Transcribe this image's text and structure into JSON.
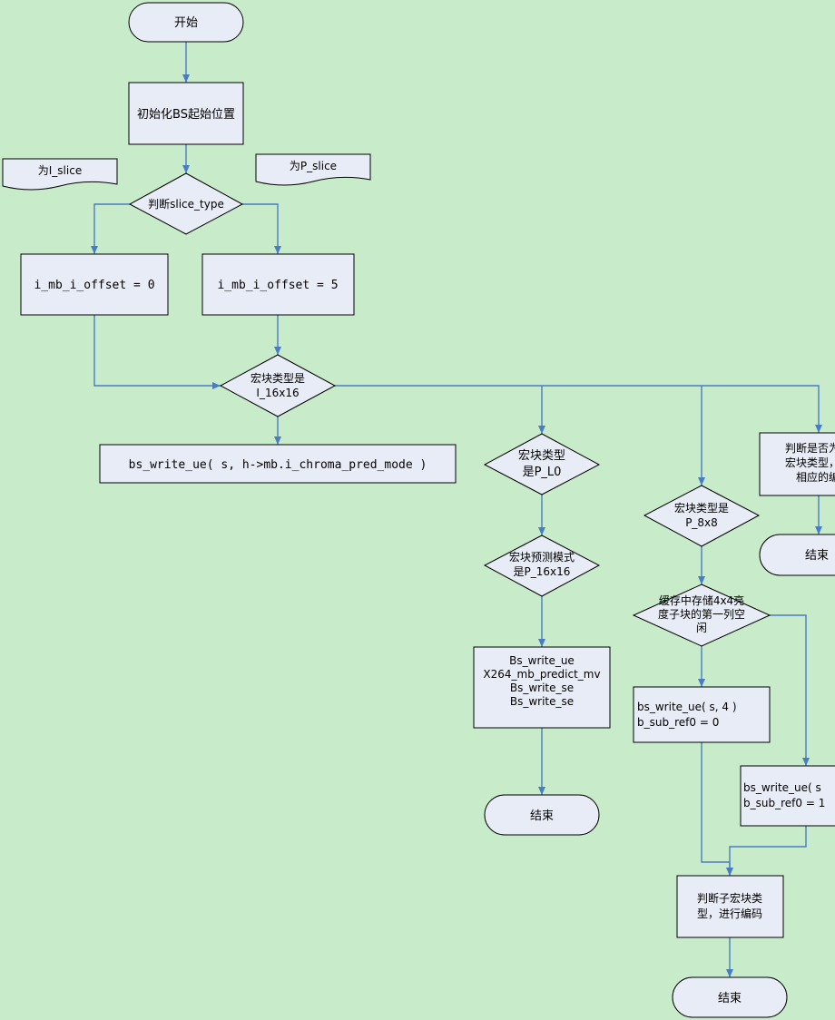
{
  "nodes": {
    "start": "开始",
    "init": "初始化BS起始位置",
    "note_i": "为I_slice",
    "note_p": "为P_slice",
    "judge_slice": "判断slice_type",
    "offset0": "i_mb_i_offset = 0",
    "offset5": "i_mb_i_offset = 5",
    "is_i16": [
      "宏块类型是",
      "I_16x16"
    ],
    "write_chroma": "bs_write_ue( s, h->mb.i_chroma_pred_mode )",
    "is_pl0": [
      "宏块类型",
      "是P_L0"
    ],
    "pred_mode": [
      "宏块预测模式",
      "是P_16x16"
    ],
    "write_block": [
      "Bs_write_ue",
      "X264_mb_predict_mv",
      "Bs_write_se",
      "Bs_write_se"
    ],
    "end1": "结束",
    "is_8x8": [
      "宏块类型是",
      "P_8x8"
    ],
    "cache_free": [
      "缓存中存储4x4亮",
      "度子块的第一列空",
      "闲"
    ],
    "write4": [
      "bs_write_ue( s, 4 )",
      "b_sub_ref0 = 0"
    ],
    "write1": [
      "bs_write_ue( s",
      "b_sub_ref0 = 1"
    ],
    "judge_sub": [
      "判断子宏块类",
      "型，进行编码"
    ],
    "end3": "结束",
    "judge_other": [
      "判断是否为其",
      "宏块类型，并",
      "相应的编"
    ],
    "end2": "结束"
  },
  "colors": {
    "background": "#c8ecca",
    "shape_fill": "#e8ecf6",
    "connector": "#4a7cc4"
  }
}
